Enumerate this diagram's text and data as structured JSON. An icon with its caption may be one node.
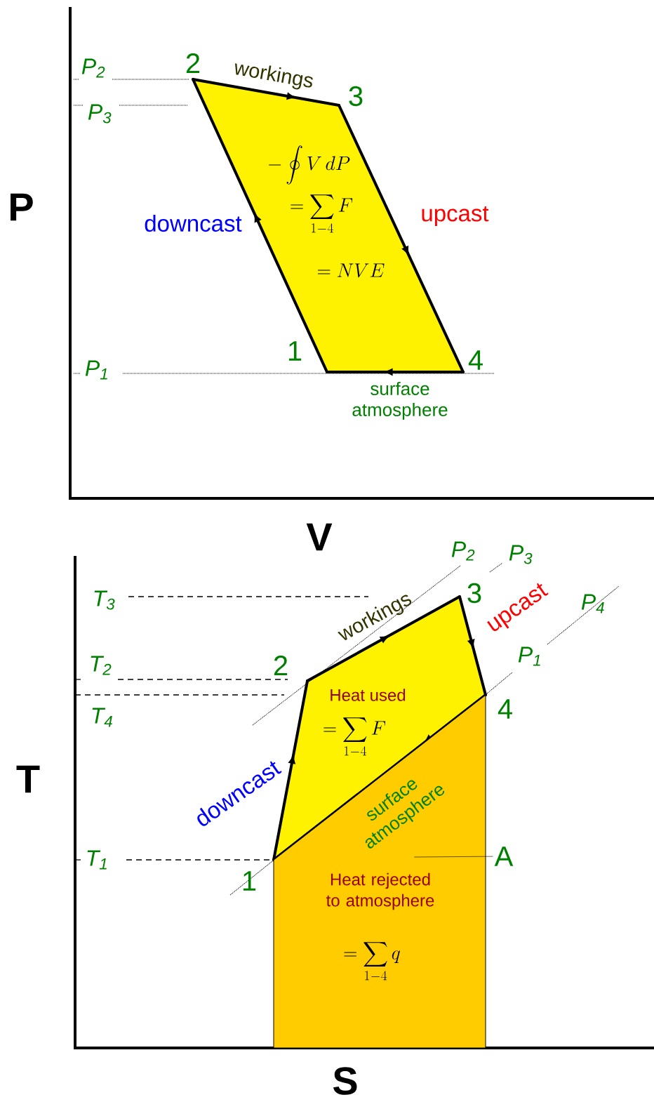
{
  "diagram": {
    "nodes": [
      {
        "text": [
          "A"
        ]
      },
      {
        "text": [],
        "shape": "box"
      }
    ],
    "edges": [
      {
        "from": 0,
        "to": 1,
        "arrow": "none"
      }
    ],
    "labels": [
      "P$_{2}$",
      "2",
      "workings",
      "3",
      "P$_{3}$",
      "-\\oint V\\,dP",
      "P",
      "downcast",
      "=\\sum_{1-4} F",
      "upcast",
      "= NVE",
      "1",
      "4",
      "P$_{1}$",
      "surface atmosphere",
      "V",
      "P$_{2}$",
      "P$_{3}$",
      "T$_{3}$",
      "3",
      "workings",
      "upcast",
      "P$_{4}$",
      "P$_{1}$",
      "T$_{2}$",
      "2",
      "Heat used",
      "4",
      "T$_{4}$",
      "=\\sum_{1-4} F",
      "T",
      "downcast",
      "surface atmosphere",
      "T$_{1}$",
      "1",
      "Heat rejected to atmosphere",
      "=\\sum_{1-4} q",
      "S"
    ]
  }
}
